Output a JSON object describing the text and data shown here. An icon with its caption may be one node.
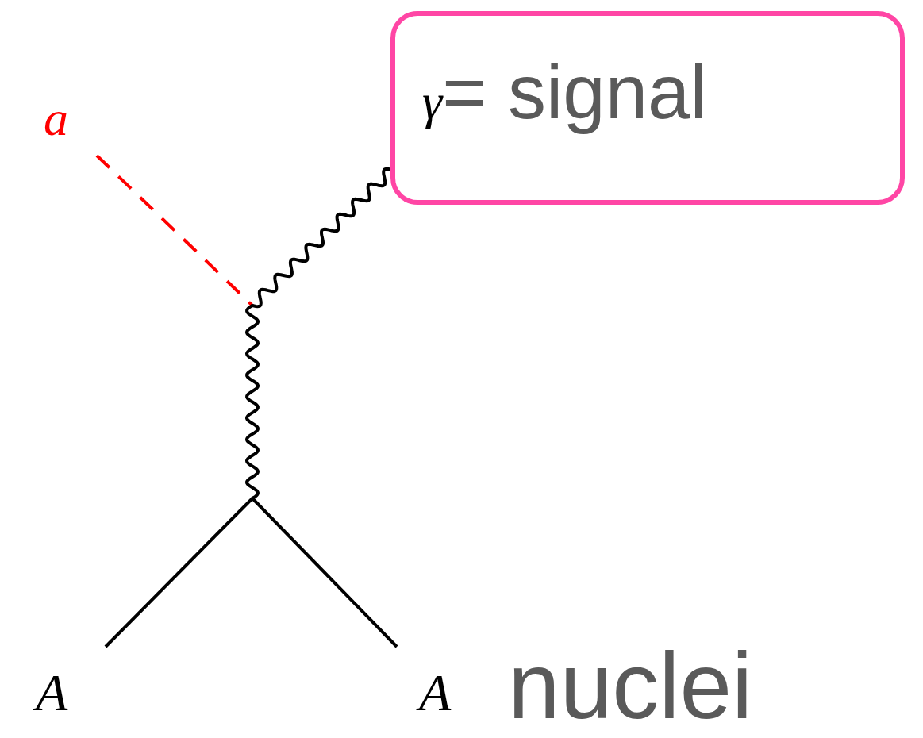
{
  "diagram": {
    "nodes": [
      {
        "text": [
          "a"
        ]
      },
      {
        "text": [
          "*γ*= signal"
        ]
      },
      {
        "text": [],
        "shape": "point"
      },
      {
        "text": [],
        "shape": "point"
      },
      {
        "text": [
          "A"
        ]
      },
      {
        "text": [
          "A"
        ]
      }
    ],
    "edges": [
      {
        "from": 0,
        "to": 2,
        "arrow": "none",
        "style": "dashed",
        "color": "#ff0000"
      },
      {
        "from": 2,
        "to": 1,
        "arrow": "none"
      },
      {
        "from": 3,
        "to": 2,
        "arrow": "none"
      },
      {
        "from": 3,
        "to": 4,
        "arrow": "none"
      },
      {
        "from": 3,
        "to": 5,
        "arrow": "none"
      }
    ],
    "labels": [
      "nuclei"
    ]
  }
}
